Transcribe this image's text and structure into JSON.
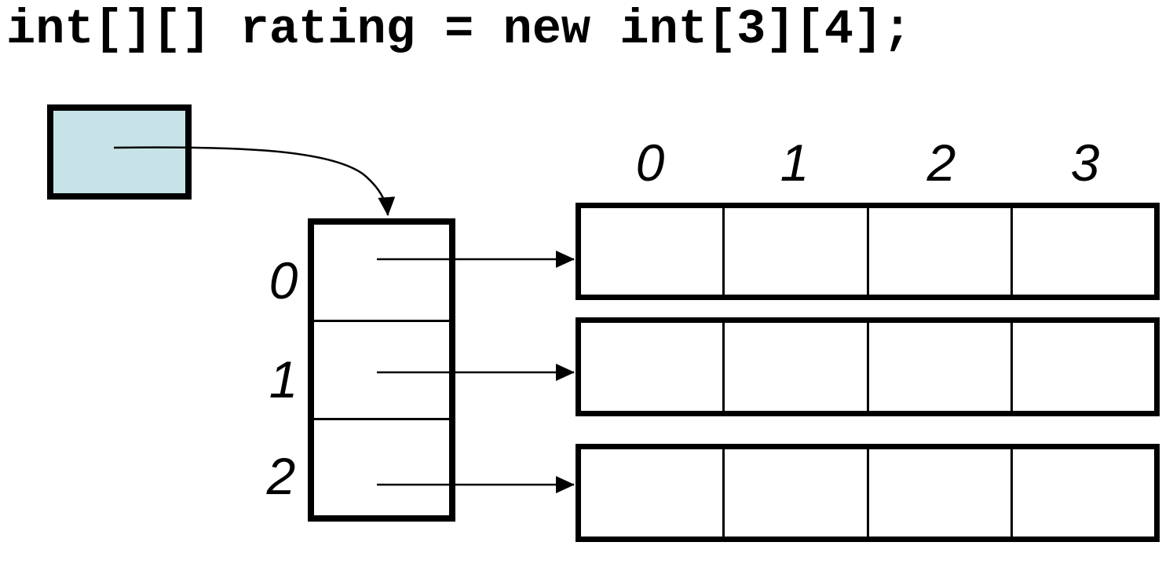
{
  "code_line": "int[][] rating = new int[3][4];",
  "reference_box": {
    "fill_color": "#c7e3e8",
    "points_to": "outer-array"
  },
  "outer_array": {
    "cell_count": 3,
    "row_labels": [
      "0",
      "1",
      "2"
    ]
  },
  "inner_arrays": {
    "row_count": 3,
    "cols_per_row": 4,
    "column_labels": [
      "0",
      "1",
      "2",
      "3"
    ]
  },
  "colors": {
    "line": "#000000",
    "background": "#ffffff"
  }
}
